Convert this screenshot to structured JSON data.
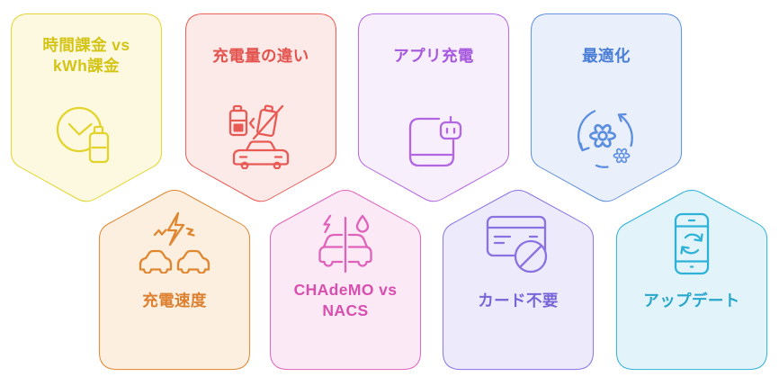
{
  "background_color": "#ffffff",
  "cards": [
    {
      "name": "time-vs-kwh-billing",
      "row": "top",
      "title": "時間課金 vs\nkWh課金",
      "icon": "clock-battery-icon",
      "colors": {
        "border": "#e2d42c",
        "fill": "#fcf9e0",
        "text": "#d4c417"
      }
    },
    {
      "name": "charge-amount-difference",
      "row": "top",
      "title": "充電量の違い",
      "icon": "battery-compare-car-icon",
      "colors": {
        "border": "#e95a54",
        "fill": "#fbeae8",
        "text": "#e4534e"
      }
    },
    {
      "name": "app-charging",
      "row": "top",
      "title": "アプリ充電",
      "icon": "phone-plug-icon",
      "colors": {
        "border": "#b266e2",
        "fill": "#f8effd",
        "text": "#a557dd"
      }
    },
    {
      "name": "optimization",
      "row": "top",
      "title": "最適化",
      "icon": "gears-sync-icon",
      "colors": {
        "border": "#5c8edf",
        "fill": "#e9effb",
        "text": "#4a7ed6"
      }
    },
    {
      "name": "charging-speed",
      "row": "bottom",
      "title": "充電速度",
      "icon": "lightning-cars-icon",
      "colors": {
        "border": "#e0862f",
        "fill": "#fcefdf",
        "text": "#dc8030"
      }
    },
    {
      "name": "chademo-vs-nacs",
      "row": "bottom",
      "title": "CHAdeMO vs\nNACS",
      "icon": "split-car-fuel-icon",
      "colors": {
        "border": "#df63bb",
        "fill": "#fbe9f5",
        "text": "#d84fae"
      }
    },
    {
      "name": "no-card-needed",
      "row": "bottom",
      "title": "カード不要",
      "icon": "credit-card-blocked-icon",
      "colors": {
        "border": "#8b72e2",
        "fill": "#edebfb",
        "text": "#7765d8"
      }
    },
    {
      "name": "updates",
      "row": "bottom",
      "title": "アップデート",
      "icon": "phone-update-icon",
      "colors": {
        "border": "#2eb2d8",
        "fill": "#e2f4fa",
        "text": "#29a6cc"
      }
    }
  ]
}
